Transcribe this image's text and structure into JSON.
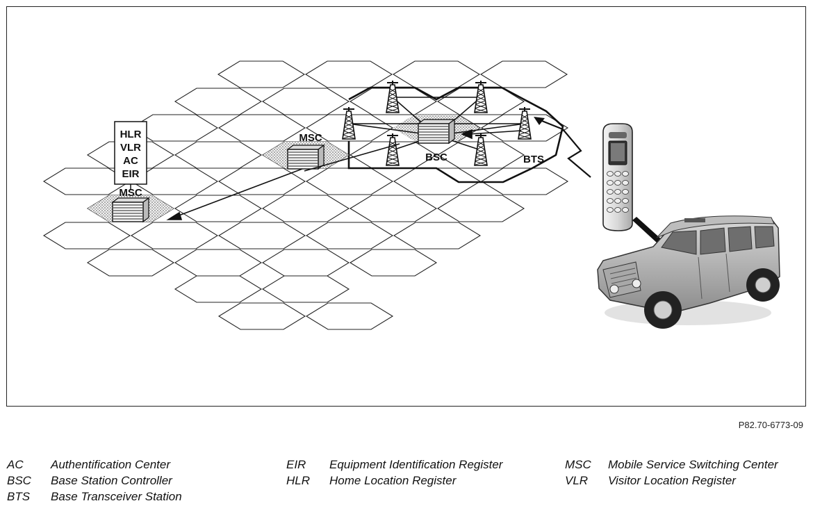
{
  "diagram": {
    "register_box": [
      "HLR",
      "VLR",
      "AC",
      "EIR"
    ],
    "labels": {
      "msc_home": "MSC",
      "msc_visited": "MSC",
      "bsc": "BSC",
      "bts": "BTS"
    }
  },
  "figure_id": "P82.70-6773-09",
  "legend": [
    {
      "abbr": "AC",
      "text": "Authentification Center"
    },
    {
      "abbr": "BSC",
      "text": "Base Station Controller"
    },
    {
      "abbr": "BTS",
      "text": "Base Transceiver Station"
    },
    {
      "abbr": "EIR",
      "text": "Equipment Identification Register"
    },
    {
      "abbr": "HLR",
      "text": "Home Location Register"
    },
    {
      "abbr": "MSC",
      "text": "Mobile Service Switching Center"
    },
    {
      "abbr": "VLR",
      "text": "Visitor Location Register"
    }
  ]
}
